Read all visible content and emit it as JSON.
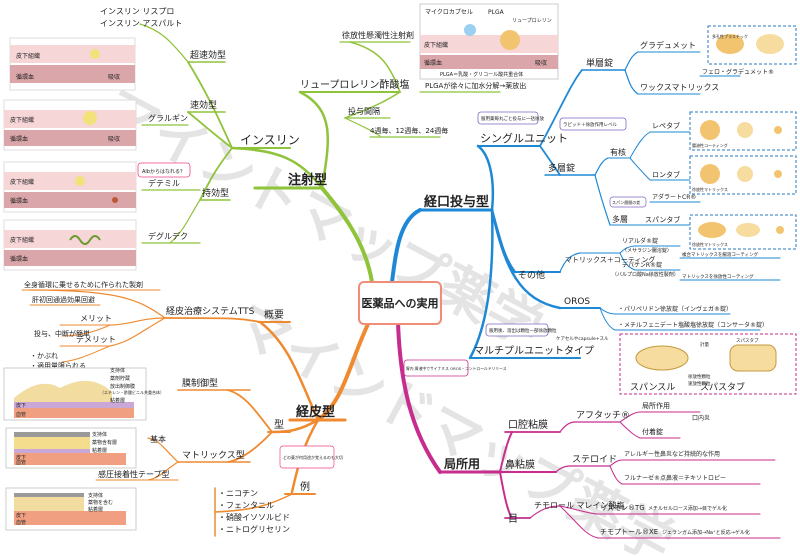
{
  "center": "医薬品への実用",
  "watermark": "マインドマップ薬学",
  "injection": {
    "title": "注射型",
    "insulin": {
      "title": "インスリン",
      "types": {
        "ultra_fast": {
          "label": "超速効型",
          "items": [
            "インスリン リスプロ",
            "インスリン アスパルト"
          ]
        },
        "fast": {
          "label": "速効型",
          "items": [
            "グラルギン"
          ]
        },
        "long": {
          "label": "持効型",
          "items": [
            "デテミル",
            "デグルデク"
          ],
          "note": "Albからはなれる？"
        }
      }
    },
    "leuprorelin": {
      "title": "リュープロレリン酢酸塩",
      "sustained": "徐放性懸濁性注射剤",
      "plga": "PLGAが徐々に加水分解→薬放出",
      "interval_label": "投与間隔",
      "interval_value": "4週毎、12週毎、24週毎",
      "img_labels": {
        "micro": "マイクロカプセル",
        "plga": "PLGA",
        "drug": "リュープロレリン",
        "skin": "皮下組織",
        "blood": "循環血",
        "absorb": "吸収",
        "caption": "PLGA＝乳酸・グリコール酸共重合体"
      }
    }
  },
  "skin_labels": {
    "subq": "皮下組織",
    "blood": "循環血",
    "absorb": "吸収"
  },
  "transdermal": {
    "title": "経皮型",
    "overview": {
      "label": "概要",
      "system": "経皮治療システムTTS",
      "desc1": "全身循環に乗せるために作られた製剤",
      "avoid": "肝初回通過効果回避",
      "merit": "メリット",
      "merit_item": "投与、中断が簡単",
      "demerit": "デメリット",
      "demerit_items": [
        "・かぶれ",
        "・適用量限られる"
      ]
    },
    "mold": {
      "label": "型",
      "membrane": "膜制御型",
      "matrix": "マトリックス型",
      "basic": "基本",
      "tape": "感圧接着性テープ型",
      "layers1": [
        "支持体",
        "薬剤貯蔵",
        "放出制御膜",
        "粘着層"
      ],
      "sublayer": "（エチレン・酢酸ビニル共重合体）",
      "layers2": [
        "支持体",
        "薬物含有層",
        "粘着層"
      ],
      "layers3": [
        "支持体",
        "薬物を含む",
        "粘着層"
      ],
      "bottom": [
        "皮下",
        "血管"
      ]
    },
    "examples": {
      "label": "例",
      "items": [
        "・ニコチン",
        "・フェンタニル",
        "・硝酸イソソルビド",
        "・ニトログリセリン"
      ],
      "note": "どの薬が何用途か覚えるのも大切"
    }
  },
  "oral": {
    "title": "経口投与型",
    "single": {
      "title": "シングルユニット",
      "note": "服用薬毎丸ごと投与に一括徐放",
      "single_layer": {
        "label": "単層錠",
        "gradumet": "グラデュメット",
        "gradumet_img": "多孔性プラスチック",
        "ferro": "フェロ・グラデュメット®",
        "wax": "ワックスマトリックス"
      },
      "multi_layer": {
        "label": "多層錠",
        "note": "ラピッド＋徐放作用レベル",
        "core": "有核",
        "lontab_core": "レペタブ",
        "lontab": "ロンタブ",
        "acro": "アダラートCR®",
        "multi": "多層",
        "spantab": "スパンタブ",
        "spantab_note": "スパン層間の差",
        "img1": "腸溶性コーティング",
        "img2": "徐放性マトリックス",
        "img3": "徐放性マトリックス"
      },
      "others": {
        "label": "その他",
        "matrix": "マトリックス＋コーティング",
        "erma": "リアルダ®錠",
        "erma_sub": "（メサラジン腸溶錠）",
        "erma_note": "複合マトリックスを腸溶コーティング",
        "depa": "デパケンR®錠",
        "depa_sub": "（バルプロ酸Na徐放性製剤）",
        "depa_note": "マトリックスを徐放性コーティング"
      },
      "oros": {
        "label": "OROS",
        "items": [
          "・パリペリドン徐放錠（インヴェガ®錠）",
          "・メチルフェニデート塩酸塩徐放錠（コンサータ®錠）"
        ]
      }
    },
    "multiple": {
      "title": "マルチプルユニットタイプ",
      "note": "服用後、溶出は顆粒一部徐放顆粒",
      "note2": "ケアセルやcapsule+スル",
      "span_cap": "スパンスル",
      "span_tab": "スパスタブ",
      "l1": "徐放性顆粒",
      "l2": "速放性顆粒",
      "l3": "計量",
      "l4": "スパスタブ"
    },
    "gas_note": "胃内 胃液中でサイナミス OROS・コントロールドリリース"
  },
  "local": {
    "title": "局所用",
    "oral_mucosa": {
      "label": "口腔粘膜",
      "product": "アフタッチ®",
      "sub1": "局所作用",
      "sub1b": "口内炎",
      "sub2": "付着錠"
    },
    "nasal": {
      "label": "鼻粘膜",
      "product": "ステロイド",
      "i1": "アレルギー性鼻炎など持続的な作用",
      "i2": "フルナーゼ®点鼻液＝チキソトロピー"
    },
    "eye": {
      "label": "目",
      "sub": "チモロール マレイン酸塩",
      "p1": "リズモン®TG",
      "p1note": "メチルセルロース添加→目でゲル化",
      "p2": "チモプトール®XE",
      "p2note": "ジェランガム添加→Na⁺と反応→ゲル化"
    }
  },
  "colors": {
    "injection": "#8fc33a",
    "transdermal": "#ef8a30",
    "oral": "#1e88d6",
    "local": "#c72d8e",
    "centerBorder": "#f08c78"
  }
}
